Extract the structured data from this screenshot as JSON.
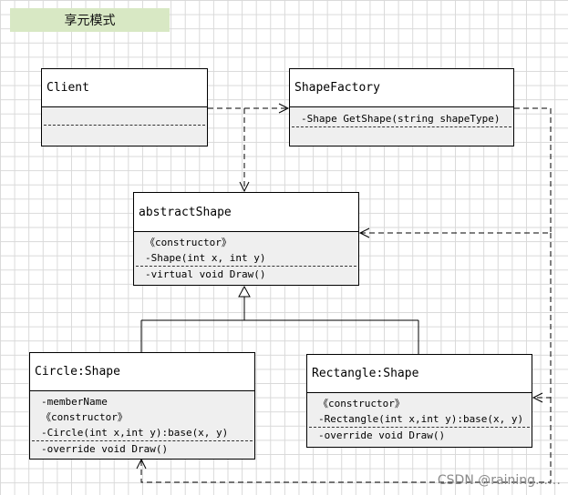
{
  "title": "享元模式",
  "classes": {
    "client": {
      "name": "Client"
    },
    "factory": {
      "name": "ShapeFactory",
      "methods": [
        "-Shape GetShape(string shapeType)"
      ]
    },
    "abstract": {
      "name": "abstractShape",
      "ctor_label": "《constructor》",
      "ctor": "-Shape(int x,  int y)",
      "methods": [
        "-virtual void Draw()"
      ]
    },
    "circle": {
      "name": "Circle:Shape",
      "attributes": [
        "-memberName"
      ],
      "ctor_label": "《constructor》",
      "ctor": "-Circle(int x,int y):base(x,  y)",
      "methods": [
        "-override void Draw()"
      ]
    },
    "rectangle": {
      "name": "Rectangle:Shape",
      "ctor_label": "《constructor》",
      "ctor": "-Rectangle(int x,int y):base(x,  y)",
      "methods": [
        "-override void Draw()"
      ]
    }
  },
  "watermark": "CSDN @raining……"
}
